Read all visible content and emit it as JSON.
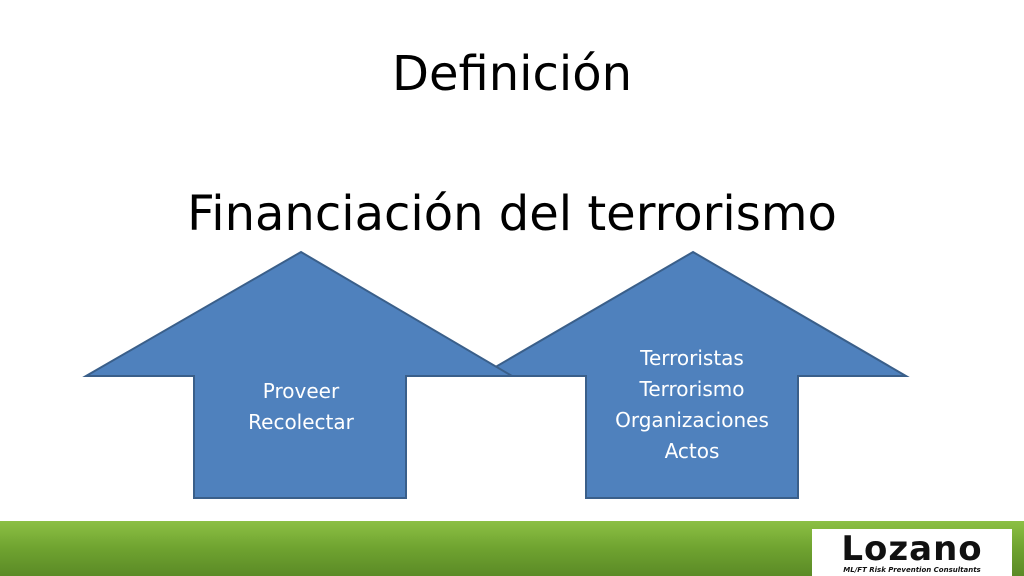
{
  "slide": {
    "title": "Definición",
    "subtitle": "Financiación del terrorismo"
  },
  "arrows": [
    {
      "line1": "Proveer",
      "line2": "Recolectar"
    },
    {
      "line1": "Terroristas",
      "line2": "Terrorismo",
      "line3": "Organizaciones",
      "line4": "Actos"
    }
  ],
  "footer": {
    "logo_word": "Lozano",
    "logo_tagline": "ML/FT Risk Prevention Consultants",
    "bar_color": "#6fa330"
  },
  "colors": {
    "arrow_fill": "#4f81bd",
    "arrow_stroke": "#3a5f8a"
  }
}
